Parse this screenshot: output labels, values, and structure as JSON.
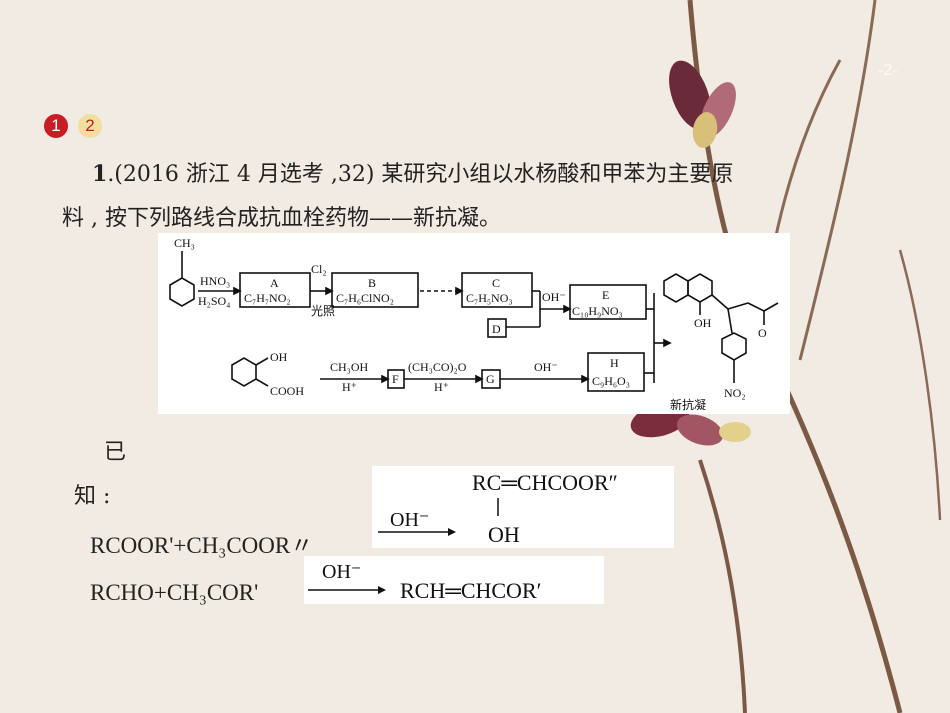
{
  "badges": [
    "1",
    "2"
  ],
  "page_number": "-2-",
  "question": {
    "number": "1",
    "line1": ".(2016 浙江 4 月选考 ,32) 某研究小组以水杨酸和甲苯为主要原",
    "line2": "料 , 按下列路线合成抗血栓药物——新抗凝。"
  },
  "scheme": {
    "toluene_sub": "CH₃",
    "reagent1_top": "HNO₃",
    "reagent1_bottom": "H₂SO₄",
    "A_label": "A",
    "A_formula": "C₇H₇NO₂",
    "reagent2_top": "Cl₂",
    "reagent2_bottom": "光照",
    "B_label": "B",
    "B_formula": "C₇H₆ClNO₂",
    "C_label": "C",
    "C_formula": "C₇H₅NO₃",
    "D_label": "D",
    "reagent3": "OH⁻",
    "E_label": "E",
    "E_formula": "C₁₀H₉NO₃",
    "salicylic_oh": "OH",
    "salicylic_cooh": "COOH",
    "reagent4_top": "CH₃OH",
    "reagent4_bottom": "H⁺",
    "F_label": "F",
    "reagent5_top": "(CH₃CO)₂O",
    "reagent5_bottom": "H⁺",
    "G_label": "G",
    "reagent6": "OH⁻",
    "H_label": "H",
    "H_formula": "C₉H₆O₃",
    "product_name": "新抗凝",
    "product_oh": "OH",
    "product_o": "O",
    "product_no2": "NO₂"
  },
  "known": {
    "char1": "已",
    "char2": "知 :",
    "rxn1_left": "RCOOR'+CH₃COOR〃",
    "rxn1_cond": "OH⁻",
    "rxn1_prod_top": "RC═CHCOOR″",
    "rxn1_prod_bottom": "OH",
    "rxn2_left": "RCHO+CH₃COR'",
    "rxn2_cond": "OH⁻",
    "rxn2_prod": "RCH═CHCOR′"
  }
}
